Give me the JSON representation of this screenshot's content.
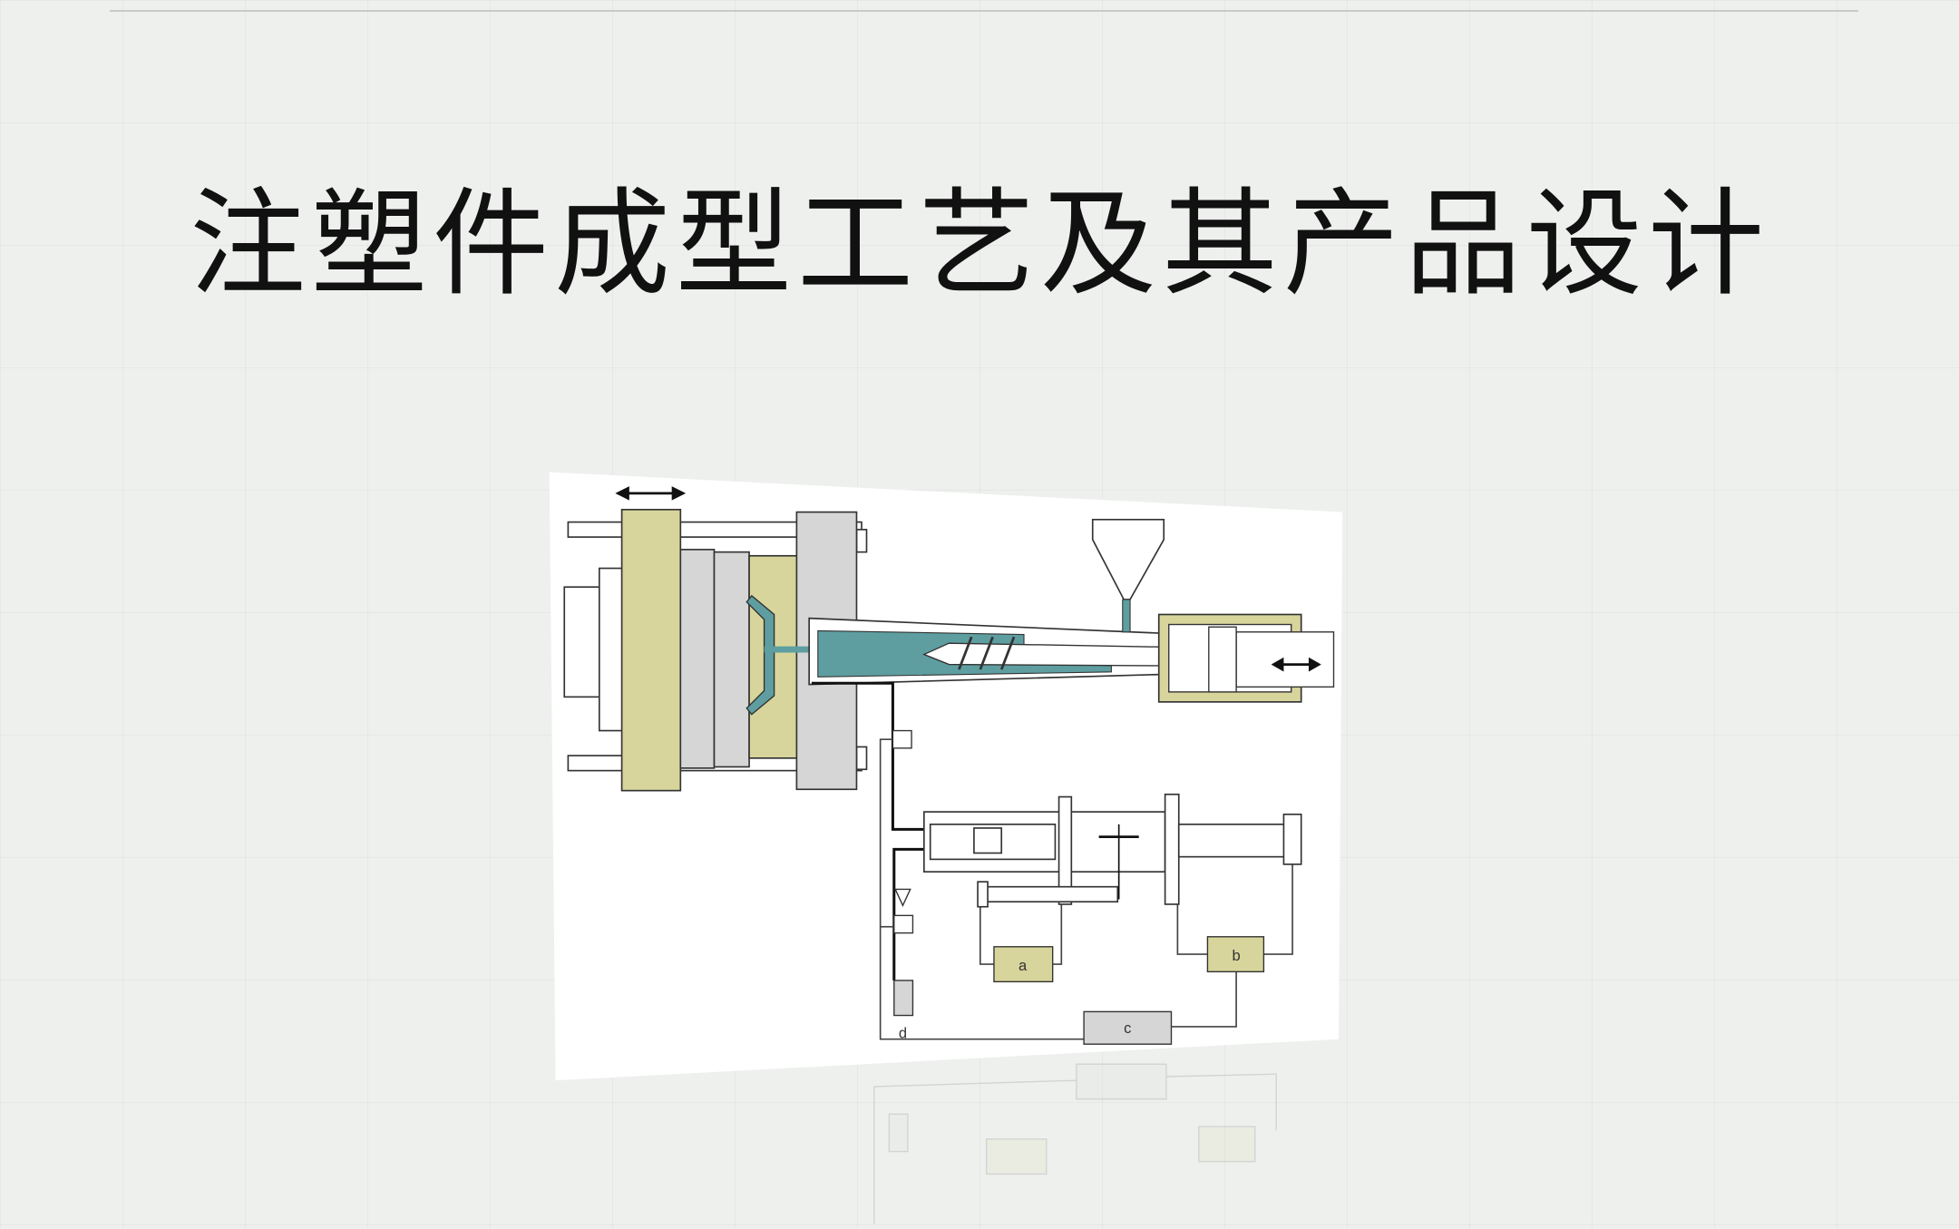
{
  "slide": {
    "title": "注塑件成型工艺及其产品设计"
  },
  "diagram": {
    "labels": {
      "a": "a",
      "b": "b",
      "c": "c",
      "d": "d"
    },
    "colors": {
      "yellow": "#d7d59b",
      "gray": "#d6d6d6",
      "teal": "#5e9ea0",
      "line": "#222222"
    }
  }
}
